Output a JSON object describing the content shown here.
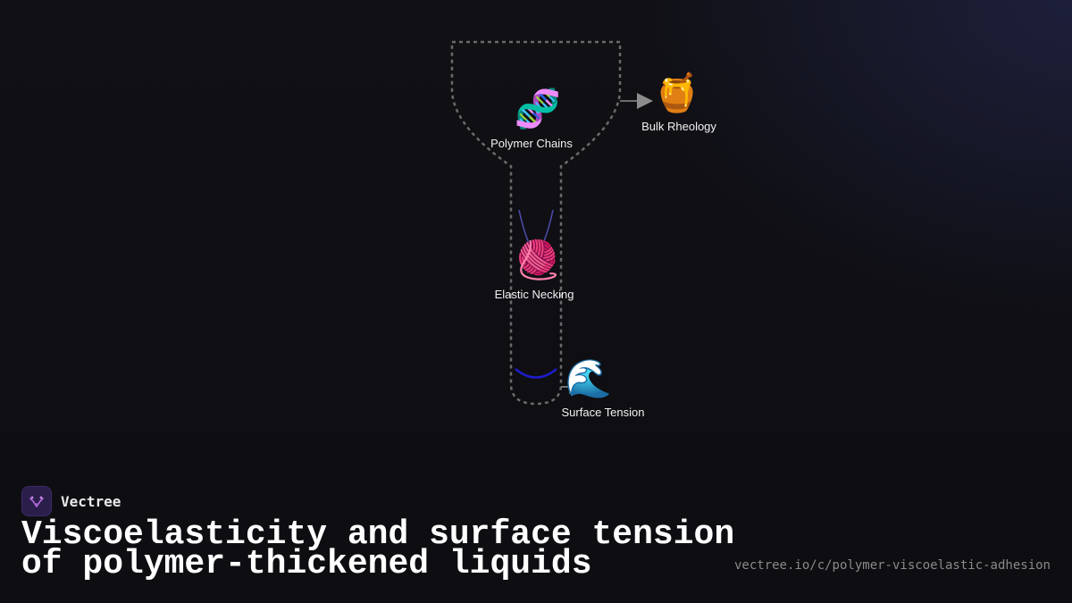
{
  "diagram": {
    "nodes": {
      "polymer_chains": {
        "icon": "🧬",
        "label": "Polymer Chains"
      },
      "bulk_rheology": {
        "icon": "🍯",
        "label": "Bulk Rheology"
      },
      "elastic_necking": {
        "icon": "🧶",
        "label": "Elastic Necking"
      },
      "surface_tension": {
        "icon": "🌊",
        "label": "Surface Tension"
      }
    },
    "edges": [
      {
        "from": "Polymer Chains",
        "to": "Bulk Rheology"
      },
      {
        "from": "Elastic Necking",
        "to": "Surface Tension"
      }
    ],
    "colors": {
      "outline": "#6a6a6a",
      "arrow": "#8c8c8c",
      "meniscus": "#1d1dcc",
      "strands": "#4a4aa8"
    }
  },
  "brand": {
    "name": "Vectree"
  },
  "title": {
    "line1": "Viscoelasticity and surface tension",
    "line2": "of polymer-thickened liquids"
  },
  "url": "vectree.io/c/polymer-viscoelastic-adhesion"
}
